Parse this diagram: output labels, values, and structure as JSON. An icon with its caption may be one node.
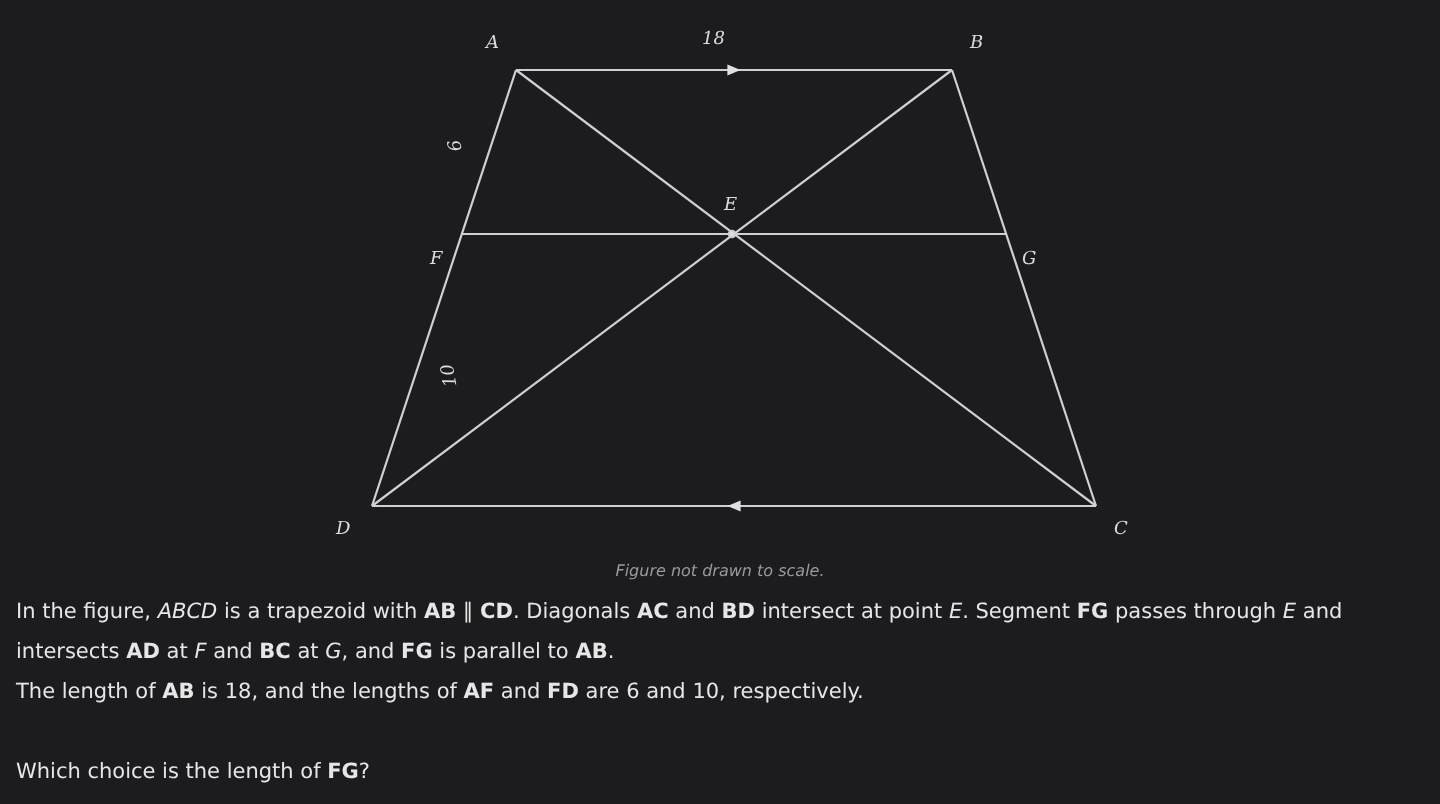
{
  "diagram": {
    "caption": "Figure not drawn to scale.",
    "labels": [
      "A",
      "18",
      "B",
      "6",
      "E",
      "F",
      "G",
      "10",
      "D",
      "C",
      "In the figure, *ABCD* is a trapezoid with **AB** ∥ **CD**. Diagonals **AC** and **BD** intersect at point *E*. Segment **FG** passes through *E* and intersects **AD** at *F* and **BC** at *G*, and **FG** is parallel to **AB**.",
      "The length of **AB** is 18, and the lengths of **AF** and **FD** are 6 and 10, respectively.",
      "Which choice is the length of **FG**?"
    ]
  }
}
